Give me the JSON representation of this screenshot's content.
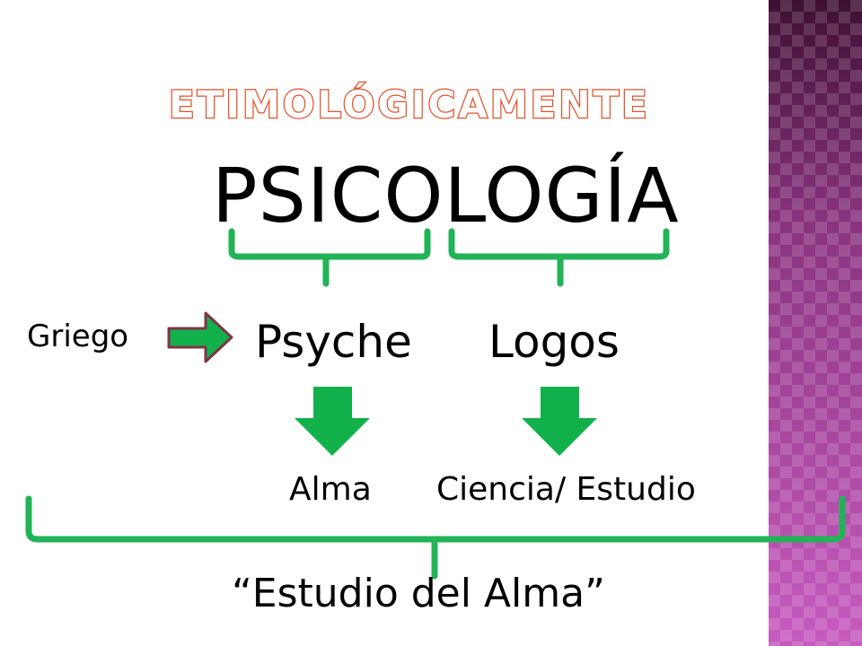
{
  "slide": {
    "subtitle": "ETIMOLÓGICAMENTE",
    "title": "PSICOLOGÍA",
    "language_label": "Griego",
    "root_words": {
      "first": "Psyche",
      "second": "Logos"
    },
    "meanings": {
      "first": "Alma",
      "second": "Ciencia/ Estudio"
    },
    "result": "“Estudio del Alma”"
  },
  "colors": {
    "bracket": "#21b356",
    "arrow_green": "#13b14c",
    "arrow_outline": "#7f3349",
    "subtitle_outline": "#e2522a",
    "side_panel": "#8a3480"
  },
  "icons": {
    "right_arrow": "right-arrow-icon",
    "down_arrow": "down-arrow-icon"
  }
}
